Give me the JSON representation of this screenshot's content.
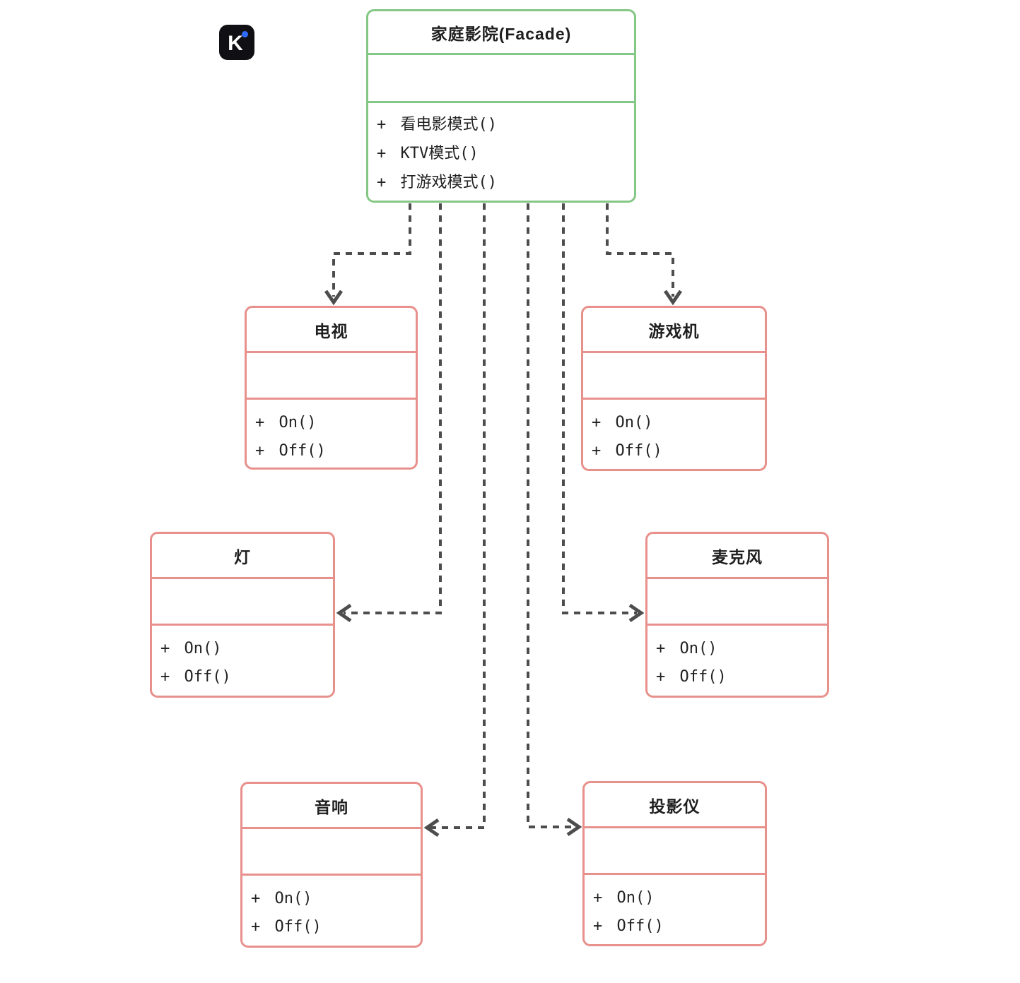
{
  "diagram": {
    "facade": {
      "title": "家庭影院(Facade)",
      "methods": [
        "+ 看电影模式()",
        "+ KTV模式()",
        "+ 打游戏模式()"
      ]
    },
    "subsystems": [
      {
        "title": "电视",
        "methods": [
          "+ On()",
          "+ Off()"
        ]
      },
      {
        "title": "游戏机",
        "methods": [
          "+ On()",
          "+ Off()"
        ]
      },
      {
        "title": "灯",
        "methods": [
          "+ On()",
          "+ Off()"
        ]
      },
      {
        "title": "麦克风",
        "methods": [
          "+ On()",
          "+ Off()"
        ]
      },
      {
        "title": "音响",
        "methods": [
          "+ On()",
          "+ Off()"
        ]
      },
      {
        "title": "投影仪",
        "methods": [
          "+ On()",
          "+ Off()"
        ]
      }
    ]
  },
  "logo": {
    "letter": "K"
  },
  "colors": {
    "facade_border": "#85C785",
    "subsystem_border": "#E8908C",
    "connector": "#4D4D4D",
    "title_text": "#1F1F1F",
    "method_text": "#222222",
    "logo_background": "#101014",
    "logo_letter": "#FFFFFF",
    "logo_dot": "#2F6BFF"
  }
}
